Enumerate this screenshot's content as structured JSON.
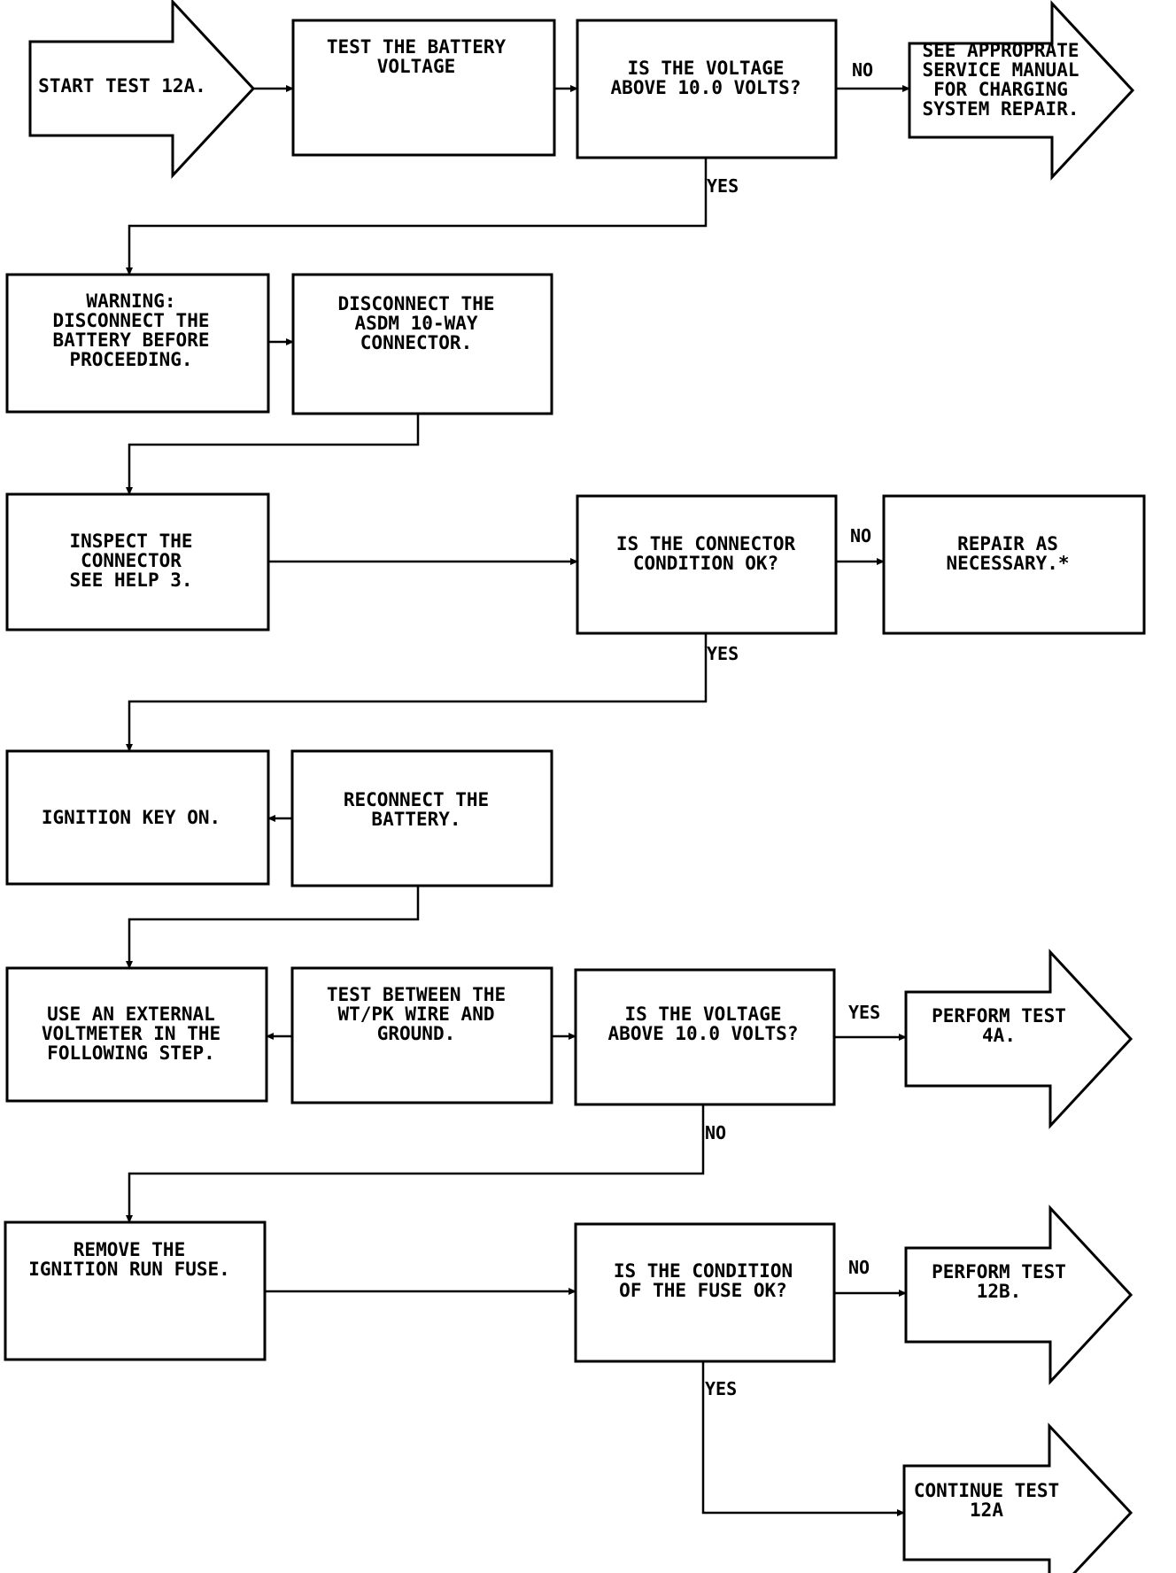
{
  "colors": {
    "line": "#000000",
    "fill": "#ffffff"
  },
  "nodes": {
    "start": [
      "START TEST 12A."
    ],
    "test_battery": [
      "TEST THE BATTERY",
      "VOLTAGE"
    ],
    "voltage_check_1": [
      "IS THE VOLTAGE",
      "ABOVE 10.0 VOLTS?"
    ],
    "see_manual": [
      "SEE APPROPRATE",
      "SERVICE MANUAL",
      "FOR CHARGING",
      "SYSTEM REPAIR."
    ],
    "warning": [
      "WARNING:",
      "DISCONNECT THE",
      "BATTERY BEFORE",
      "PROCEEDING."
    ],
    "disconnect_asdm": [
      "DISCONNECT THE",
      "ASDM 10-WAY",
      "CONNECTOR."
    ],
    "inspect_connector": [
      "INSPECT THE",
      "CONNECTOR",
      "SEE HELP 3."
    ],
    "connector_check": [
      "IS THE CONNECTOR",
      "CONDITION OK?"
    ],
    "repair": [
      "REPAIR AS",
      "NECESSARY.*"
    ],
    "ignition_on": [
      "IGNITION KEY ON."
    ],
    "reconnect": [
      "RECONNECT THE",
      "BATTERY."
    ],
    "use_voltmeter": [
      "USE AN EXTERNAL",
      "VOLTMETER IN THE",
      "FOLLOWING STEP."
    ],
    "test_between": [
      "TEST BETWEEN THE",
      "WT/PK WIRE AND",
      "GROUND."
    ],
    "voltage_check_2": [
      "IS THE VOLTAGE",
      "ABOVE 10.0 VOLTS?"
    ],
    "perform_4a": [
      "PERFORM TEST",
      "4A."
    ],
    "remove_fuse": [
      "REMOVE THE",
      "IGNITION RUN FUSE."
    ],
    "fuse_check": [
      "IS THE CONDITION",
      "OF THE FUSE OK?"
    ],
    "perform_12b": [
      "PERFORM TEST",
      "12B."
    ],
    "continue_12a": [
      "CONTINUE TEST",
      "12A"
    ]
  },
  "edge_labels": {
    "v1_no": "NO",
    "v1_yes": "YES",
    "conn_no": "NO",
    "conn_yes": "YES",
    "v2_yes": "YES",
    "v2_no": "NO",
    "fuse_no": "NO",
    "fuse_yes": "YES"
  }
}
